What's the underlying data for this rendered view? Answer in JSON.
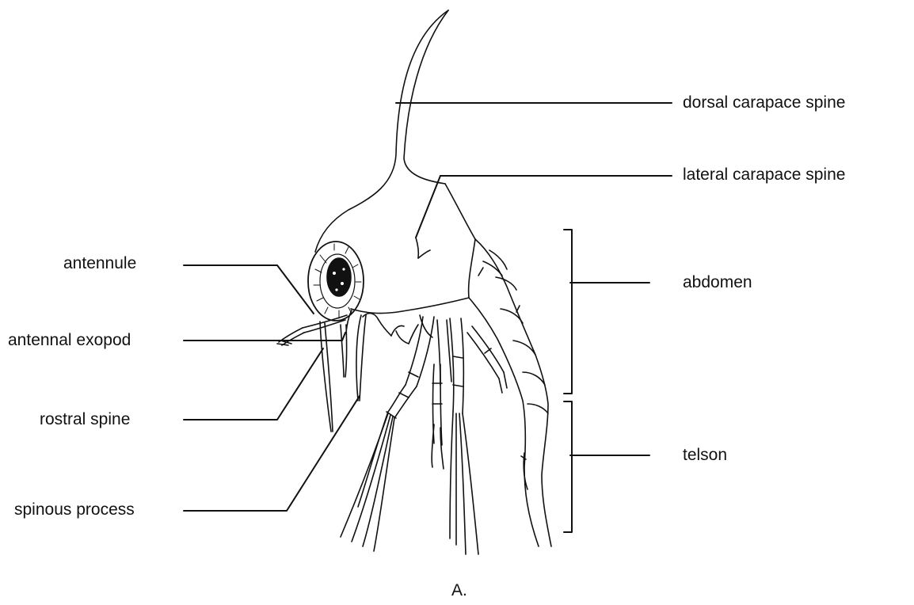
{
  "labels": {
    "dorsal_carapace_spine": "dorsal carapace spine",
    "lateral_carapace_spine": "lateral carapace spine",
    "antennule": "antennule",
    "antennal_exopod": "antennal exopod",
    "rostral_spine": "rostral spine",
    "spinous_process": "spinous process",
    "abdomen": "abdomen",
    "telson": "telson"
  },
  "caption": "A.",
  "colors": {
    "ink": "#111111",
    "background": "#ffffff"
  }
}
